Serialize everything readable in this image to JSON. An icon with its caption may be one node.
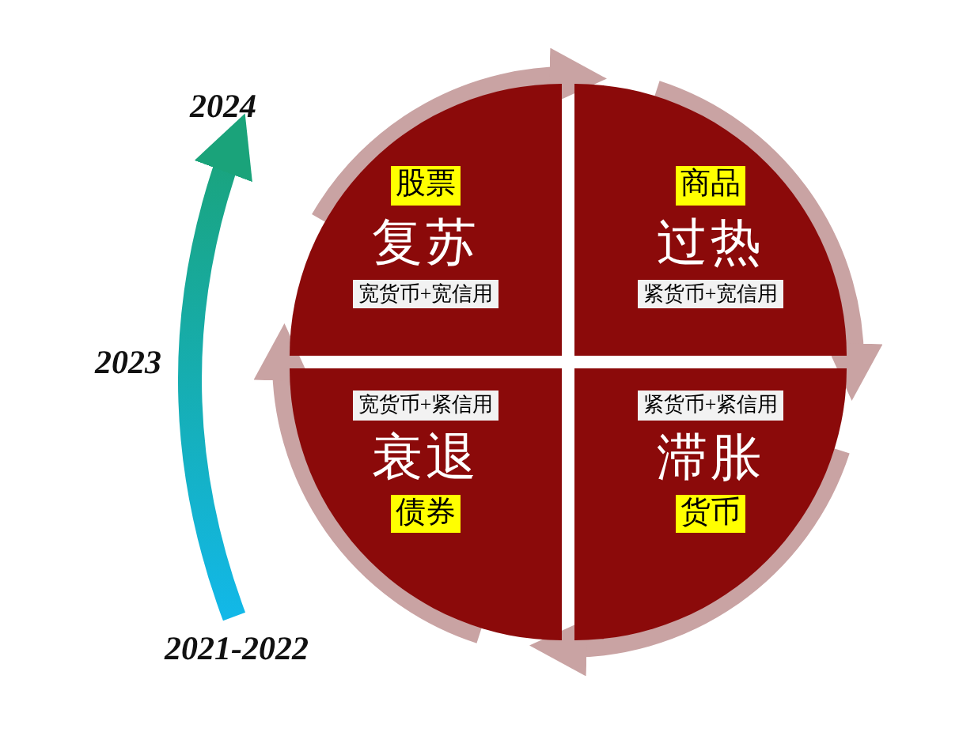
{
  "diagram": {
    "nodes": [
      {
        "text": [
          "2024"
        ]
      },
      {
        "text": [
          "股票",
          "复苏",
          "宽货币+宽信用"
        ]
      },
      {
        "text": [
          "商品",
          "过热",
          "紧货币+宽信用"
        ]
      },
      {
        "text": [
          "宽货币+紧信用",
          "衰退",
          "债券"
        ]
      },
      {
        "text": [
          "紧货币+紧信用",
          "滞胀",
          "货币"
        ]
      },
      {
        "text": [
          "2021-2022"
        ]
      }
    ],
    "edges": [
      {
        "from": 1,
        "to": 2,
        "arrow": "to"
      },
      {
        "from": 2,
        "to": 4,
        "arrow": "to"
      },
      {
        "from": 4,
        "to": 3,
        "arrow": "to"
      },
      {
        "from": 3,
        "to": 1,
        "arrow": "to"
      },
      {
        "from": 5,
        "to": 0,
        "arrow": "to",
        "label": "2023",
        "style": "thick",
        "color": "#1aa37a"
      }
    ]
  }
}
